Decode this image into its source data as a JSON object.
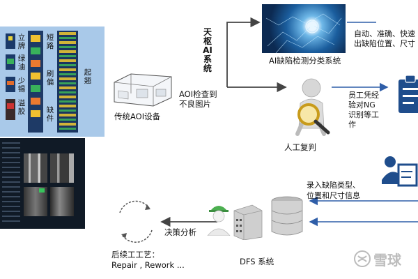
{
  "defect_panel": {
    "left_labels": [
      "立牌",
      "绿油",
      "少锡",
      "溢胶"
    ],
    "mid_labels": [
      "短路",
      "刷偏",
      "缺件"
    ],
    "right_label": "起翘"
  },
  "nodes": {
    "traditional_aoi": "传统AOI设备",
    "ai_system_vertical": "天枢AI系统",
    "aoi_to_ng": "AOI检查到\n不良图片",
    "ai_classify": "AI缺陷检测分类系统",
    "auto_desc": "自动、准确、快速\n出缺陷位置、尺寸",
    "manual_review": "人工复判",
    "staff_desc": "员工凭经\n验对NG\n识别等工\n作",
    "entry_desc": "录入缺陷类型、\n位置和尺寸信息",
    "decision": "决策分析",
    "dfs": "DFS 系统",
    "followup": "后续工工艺：\nRepair , Rework ..."
  },
  "watermark": "雪球",
  "colors": {
    "panel_bg": "#a9c9e9",
    "arrow_dark": "#444444",
    "arrow_blue": "#2f5ea8",
    "dark_screen": "#101a26",
    "icon_blue": "#1f4d8c"
  },
  "icons": [
    "aoi-machine-icon",
    "brain-ai-icon",
    "magnifier-person-icon",
    "clipboard-icon",
    "worker-helmet-icon",
    "server-icon",
    "database-icon",
    "cycle-icon",
    "person-writing-icon"
  ]
}
